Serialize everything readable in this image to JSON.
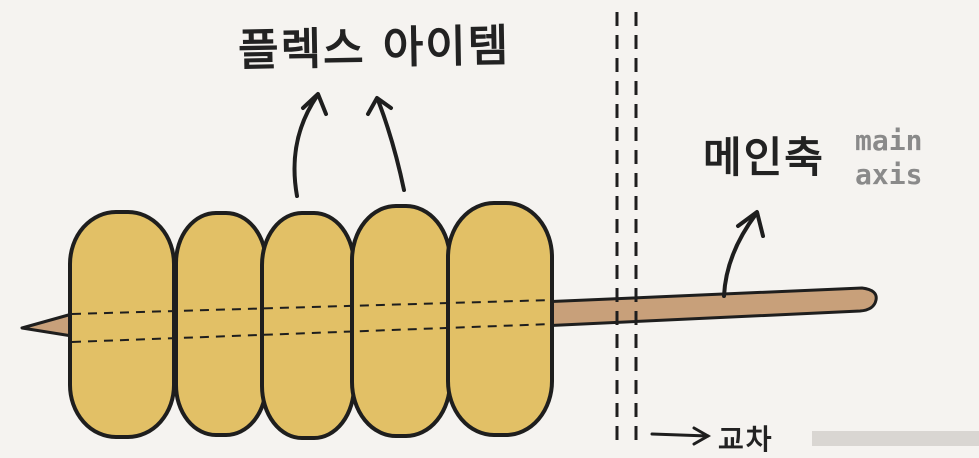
{
  "labels": {
    "flex_items": "플렉스 아이템",
    "main_axis_ko": "메인축",
    "main_axis_en_line1": "main",
    "main_axis_en_line2": "axis",
    "cross_hint": "교차"
  },
  "colors": {
    "background": "#f5f3f0",
    "item_fill": "#e2c066",
    "item_stroke": "#1e1e1e",
    "skewer_fill": "#c8a07a",
    "ink": "#222222",
    "label_grey": "#8a8a8a"
  },
  "items_count_label": ""
}
